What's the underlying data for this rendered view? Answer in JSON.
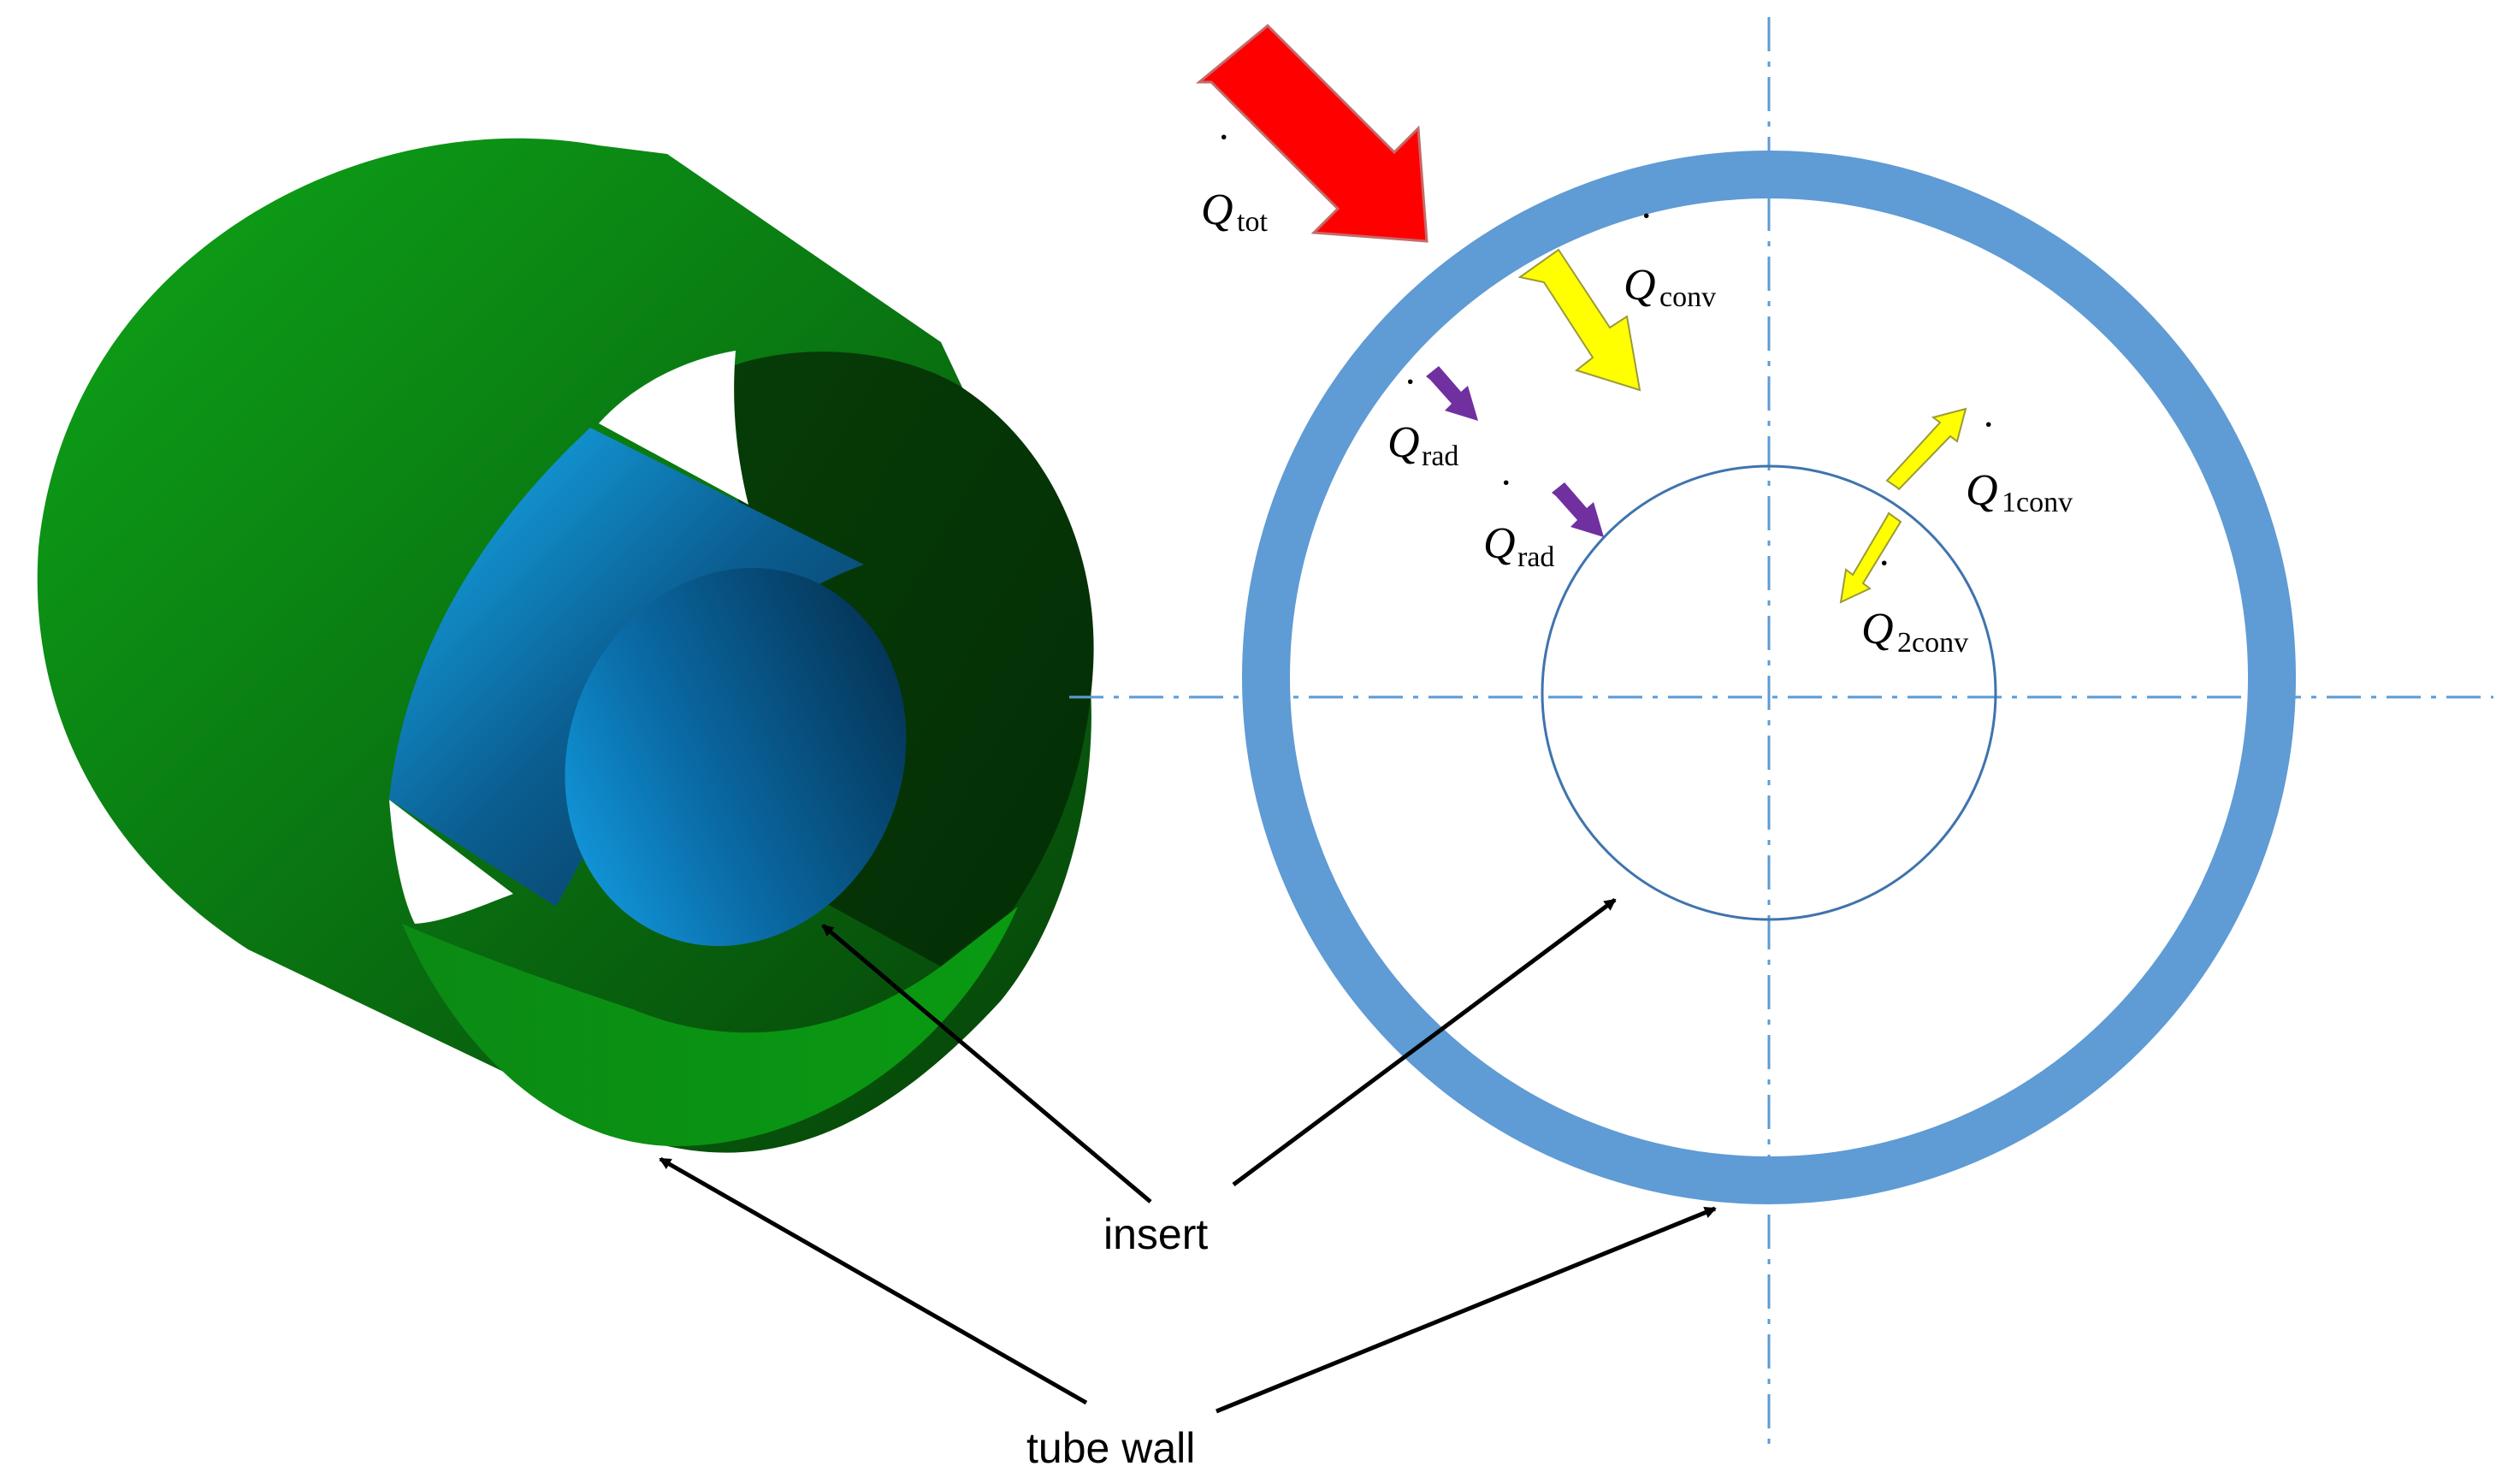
{
  "labels": {
    "insert": "insert",
    "tube_wall": "tube wall"
  },
  "heat_flows": {
    "symbol": "Q",
    "dot": "˙",
    "tot": "tot",
    "conv": "conv",
    "rad_outer": "rad",
    "rad_inner": "rad",
    "conv1": "1conv",
    "conv2": "2conv"
  },
  "colors": {
    "outer_green_light": "#0a9a12",
    "outer_green_dark": "#064a08",
    "outer_green_inner": "#053a06",
    "insert_light": "#10a6ec",
    "insert_mid": "#0c6aa6",
    "insert_dark": "#062e48",
    "tube_ring": "#5f9bd4",
    "insert_circle": "#3f73ad",
    "centerline": "#5b9bd5",
    "arrow_tot": "#ff0000",
    "arrow_conv": "#ffff00",
    "arrow_rad": "#7030a0",
    "pointer": "#000000"
  },
  "icons": {
    "tot": "red-block-arrow",
    "conv": "yellow-block-arrow",
    "rad": "purple-block-arrow"
  }
}
